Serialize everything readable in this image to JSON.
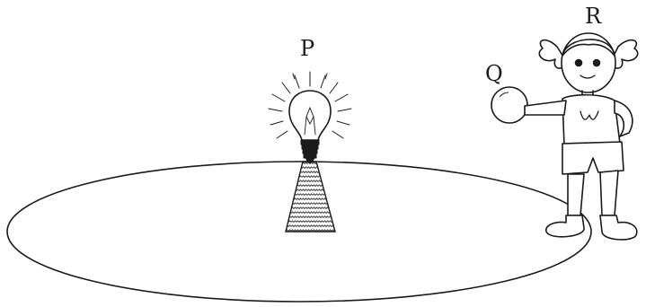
{
  "labels": {
    "lamp": "P",
    "ball": "Q",
    "girl": "R"
  },
  "colors": {
    "ink": "#1a1a1a",
    "background": "#ffffff"
  }
}
